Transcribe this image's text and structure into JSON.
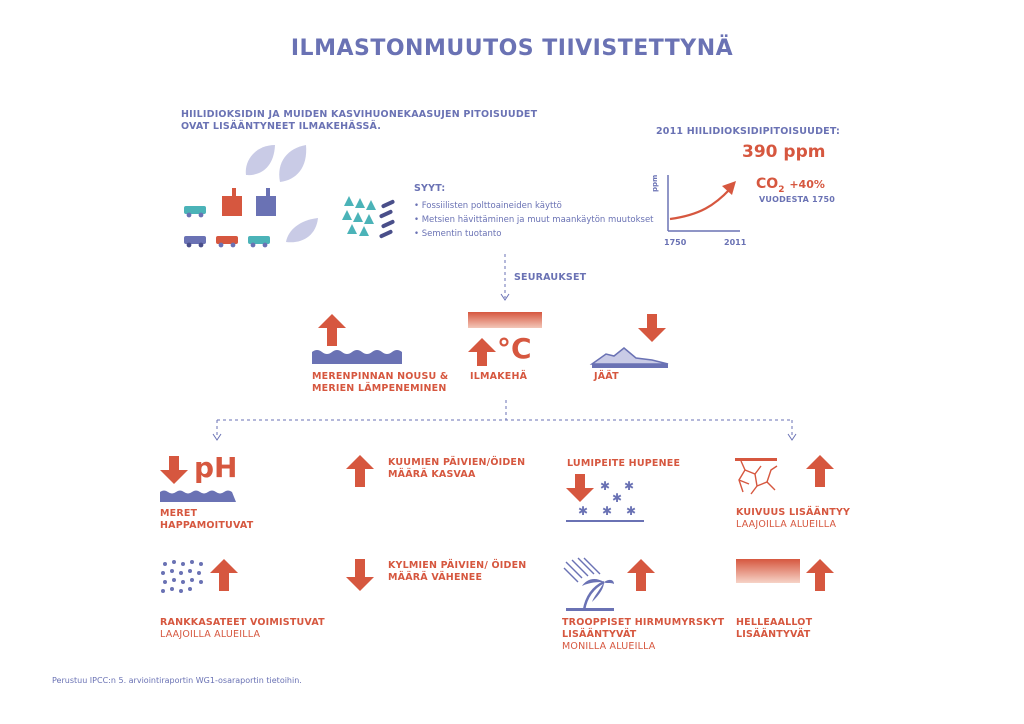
{
  "title": "ILMASTONMUUTOS TIIVISTETTYNÄ",
  "intro": {
    "line1": "HIILIDIOKSIDIN JA MUIDEN KASVIHUONEKAASUJEN PITOISUUDET",
    "line2": "OVAT LISÄÄNTYNEET ILMAKEHÄSSÄ."
  },
  "causes": {
    "heading": "SYYT:",
    "items": [
      "Fossiilisten polttoaineiden käyttö",
      "Metsien hävittäminen ja muut maankäytön muutokset",
      "Sementin tuotanto"
    ]
  },
  "co2": {
    "heading": "2011 HIILIDIOKSIDIPITOISUUDET:",
    "value": "390 ppm",
    "formula_main": "CO",
    "formula_sub": "2",
    "increase": "+40%",
    "since": "VUODESTA 1750",
    "axis_y": "ppm",
    "axis_x_start": "1750",
    "axis_x_end": "2011"
  },
  "consequences_label": "SEURAUKSET",
  "primary": {
    "sea": {
      "line1": "MERENPINNAN NOUSU &",
      "line2": "MERIEN LÄMPENEMINEN"
    },
    "atmosphere": {
      "label": "ILMAKEHÄ",
      "symbol": "°C"
    },
    "ice": {
      "label": "JÄÄT"
    }
  },
  "effects": {
    "acid": {
      "ph": "pH",
      "line1": "MERET",
      "line2": "HAPPAMOITUVAT"
    },
    "hot_days": {
      "line1": "KUUMIEN PÄIVIEN/ÖIDEN",
      "line2": "MÄÄRÄ KASVAA"
    },
    "snow": {
      "line1": "LUMIPEITE HUPENEE",
      "flakes": "✱"
    },
    "drought": {
      "line1": "KUIVUUS LISÄÄNTYY",
      "line2": "LAAJOILLA ALUEILLA"
    },
    "rain": {
      "line1": "RANKKASATEET VOIMISTUVAT",
      "line2": "LAAJOILLA ALUEILLA"
    },
    "cold_days": {
      "line1": "KYLMIEN  PÄIVIEN/ ÖIDEN",
      "line2": "MÄÄRÄ VÄHENEE"
    },
    "storms": {
      "line1": "TROOPPISET HIRMUMYRSKYT",
      "line2": "LISÄÄNTYVÄT",
      "line3": "MONILLA ALUEILLA"
    },
    "heatwaves": {
      "line1": "HELLEAALLOT",
      "line2": "LISÄÄNTYVÄT"
    }
  },
  "footnote": "Perustuu IPCC:n 5. arviointiraportin WG1-osaraportin tietoihin.",
  "colors": {
    "blue": "#6a72b4",
    "red": "#d6573f",
    "light": "#c9cbe6",
    "teal": "#4bb3b8"
  }
}
